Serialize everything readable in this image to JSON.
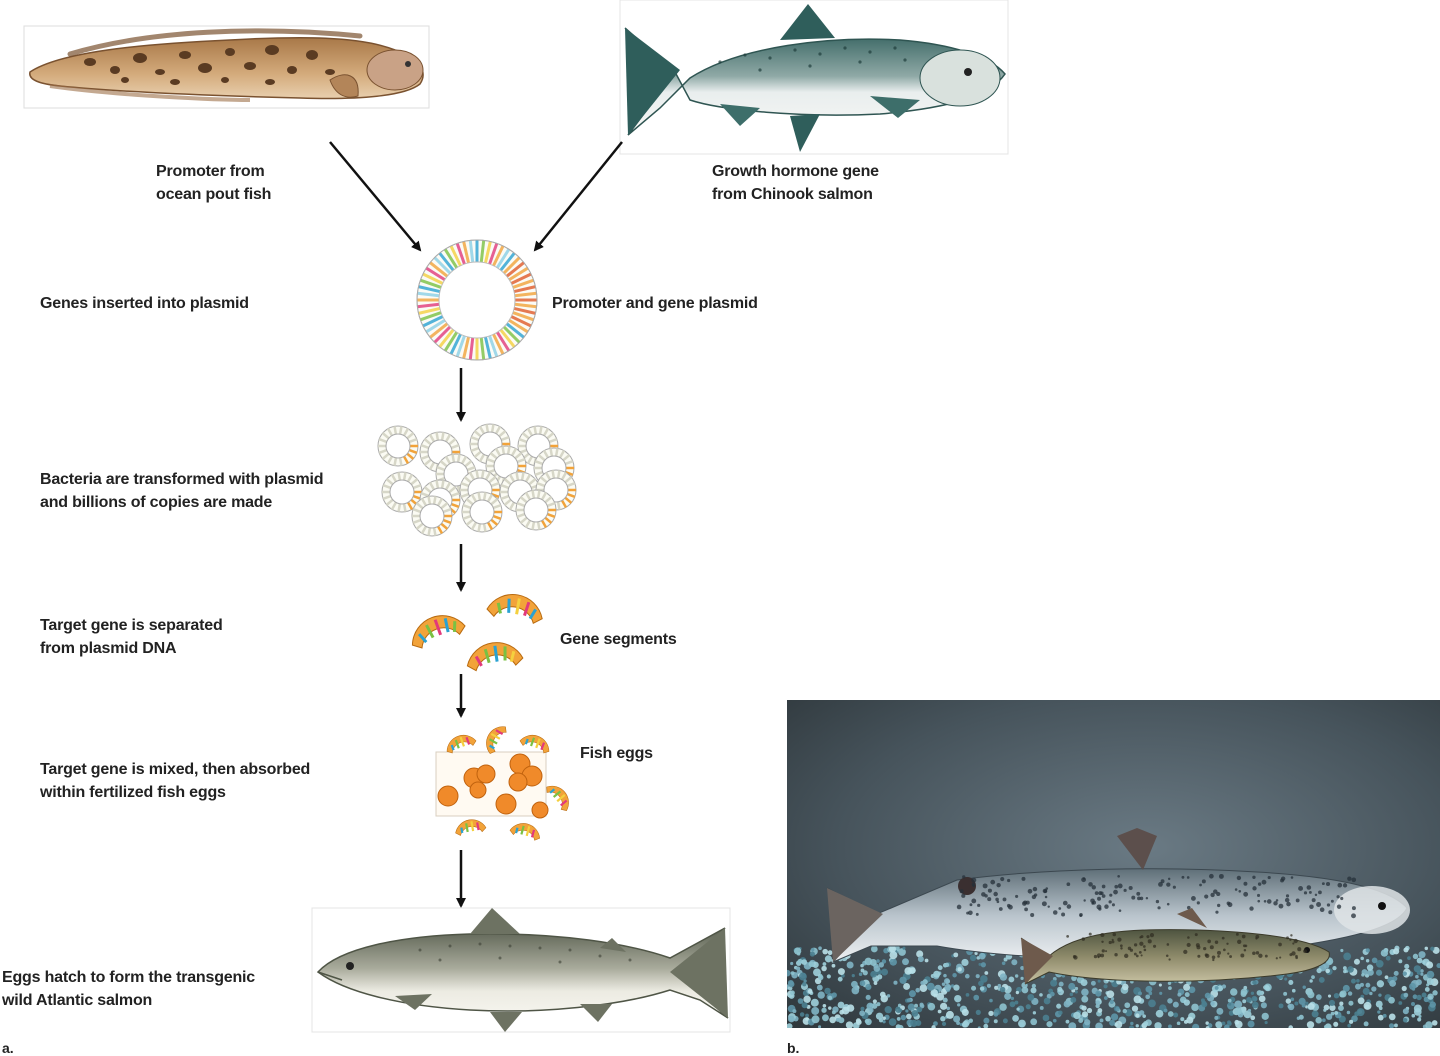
{
  "labels": {
    "promoter": "Promoter from\nocean pout fish",
    "growth_gene": "Growth hormone gene\nfrom Chinook salmon",
    "genes_inserted": "Genes inserted into plasmid",
    "plasmid": "Promoter and gene plasmid",
    "bacteria": "Bacteria are transformed with plasmid\nand billions of copies are made",
    "target_separated": "Target gene is separated\nfrom plasmid DNA",
    "gene_segments": "Gene segments",
    "target_mixed": "Target gene is mixed, then absorbed\nwithin fertilized fish eggs",
    "fish_eggs": "Fish eggs",
    "eggs_hatch": "Eggs hatch to form the transgenic\nwild Atlantic salmon"
  },
  "panels": {
    "a": "a.",
    "b": "b."
  },
  "colors": {
    "arrow": "#111111",
    "pout_body": "#c49a6c",
    "pout_spots": "#5a3b22",
    "chinook_back": "#3d6e6a",
    "atlantic_back": "#6d7262",
    "egg": "#f08a2a",
    "photo_bg": "#4a5a63",
    "gravel": "#7fb4c4"
  }
}
